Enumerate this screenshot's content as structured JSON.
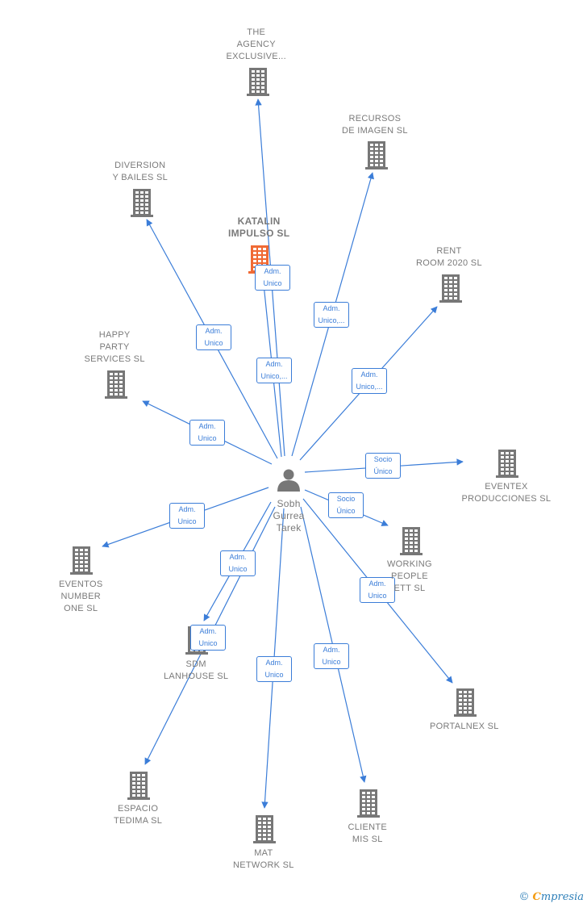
{
  "colors": {
    "edge": "#3b7dd8",
    "building": "#777777",
    "highlight": "#f06a35",
    "person": "#777777",
    "label": "#7a7a7a"
  },
  "center": {
    "label": "Sobh\nGurrea\nTarek",
    "icon": "person-icon"
  },
  "nodes": [
    {
      "id": "the-agency",
      "label": "THE\nAGENCY\nEXCLUSIVE...",
      "icon": "building-icon"
    },
    {
      "id": "recursos",
      "label": "RECURSOS\nDE IMAGEN  SL",
      "icon": "building-icon"
    },
    {
      "id": "diversion",
      "label": "DIVERSION\nY BAILES  SL",
      "icon": "building-icon"
    },
    {
      "id": "katalin",
      "label": "KATALIN\nIMPULSO  SL",
      "icon": "building-icon",
      "highlight": true
    },
    {
      "id": "rent-room",
      "label": "RENT\nROOM 2020  SL",
      "icon": "building-icon"
    },
    {
      "id": "happy-party",
      "label": "HAPPY\nPARTY\nSERVICES  SL",
      "icon": "building-icon"
    },
    {
      "id": "eventex",
      "label": "EVENTEX\nPRODUCCIONES SL",
      "icon": "building-icon"
    },
    {
      "id": "working-people",
      "label": "WORKING\nPEOPLE\nETT  SL",
      "icon": "building-icon"
    },
    {
      "id": "eventos",
      "label": "EVENTOS\nNUMBER\nONE  SL",
      "icon": "building-icon"
    },
    {
      "id": "sdm",
      "label": "SDM\nLANHOUSE SL",
      "icon": "building-icon"
    },
    {
      "id": "portalnex",
      "label": "PORTALNEX SL",
      "icon": "building-icon"
    },
    {
      "id": "espacio",
      "label": "ESPACIO\nTEDIMA SL",
      "icon": "building-icon"
    },
    {
      "id": "mat",
      "label": "MAT\nNETWORK  SL",
      "icon": "building-icon"
    },
    {
      "id": "cliente",
      "label": "CLIENTE\nMIS SL",
      "icon": "building-icon"
    }
  ],
  "edges": [
    {
      "to": "the-agency",
      "label": "Adm.\nUnico,..."
    },
    {
      "to": "recursos",
      "label": "Adm.\nUnico,..."
    },
    {
      "to": "diversion",
      "label": "Adm.\nUnico"
    },
    {
      "to": "katalin",
      "label": "Adm.\nUnico"
    },
    {
      "to": "rent-room",
      "label": "Adm.\nUnico,..."
    },
    {
      "to": "happy-party",
      "label": "Adm.\nUnico"
    },
    {
      "to": "eventex",
      "label": "Socio\nÚnico"
    },
    {
      "to": "working-people",
      "label": "Socio\nÚnico"
    },
    {
      "to": "eventos",
      "label": "Adm.\nUnico"
    },
    {
      "to": "sdm",
      "label": "Adm.\nUnico"
    },
    {
      "to": "portalnex",
      "label": "Adm.\nUnico"
    },
    {
      "to": "espacio",
      "label": "Adm.\nUnico"
    },
    {
      "to": "mat",
      "label": "Adm.\nUnico"
    },
    {
      "to": "cliente",
      "label": "Adm.\nUnico"
    }
  ],
  "footer": {
    "copyright": "©",
    "brand_first": "C",
    "brand_rest": "mpresia"
  }
}
